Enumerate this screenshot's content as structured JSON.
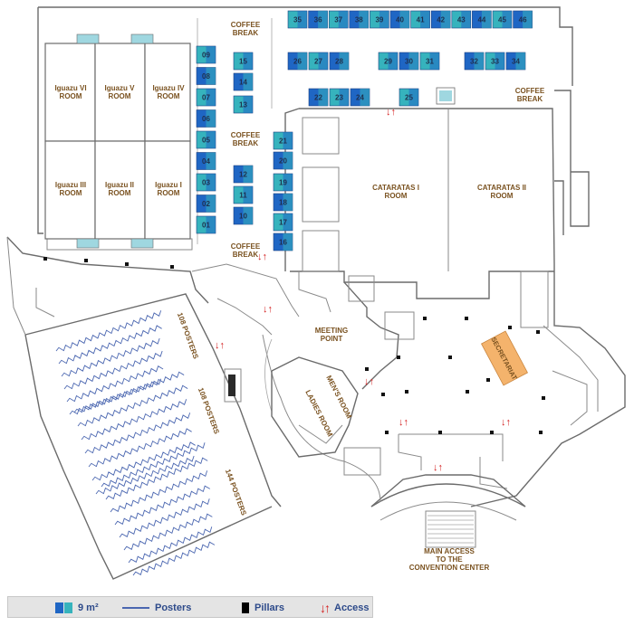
{
  "colors": {
    "booth_blue": "#1f66c4",
    "booth_teal": "#36b3bd",
    "label": "#7a5220",
    "access": "#d42020",
    "secretariat": "#f4b36c",
    "poster_line": "#4a66b0"
  },
  "rooms": {
    "iguazu6": "Iguazu VI ROOM",
    "iguazu5": "Iguazu V ROOM",
    "iguazu4": "Iguazu IV ROOM",
    "iguazu3": "Iguazu III ROOM",
    "iguazu2": "Iguazu II ROOM",
    "iguazu1": "Iguazu I ROOM",
    "cataratas1": "CATARATAS I ROOM",
    "cataratas2": "CATARATAS II ROOM"
  },
  "areas": {
    "coffee_break": "COFFEE BREAK",
    "meeting_point": "MEETING POINT",
    "mens_room": "MEN'S ROOM",
    "ladies_room": "LADIES ROOM",
    "secretariat": "SECRETARIAT",
    "main_access": "MAIN ACCESS TO THE CONVENTION CENTER"
  },
  "poster_zones": [
    "108 POSTERS",
    "108 POSTERS",
    "144 POSTERS"
  ],
  "booths": [
    "01",
    "02",
    "03",
    "04",
    "05",
    "06",
    "07",
    "08",
    "09",
    "10",
    "11",
    "12",
    "13",
    "14",
    "15",
    "16",
    "17",
    "18",
    "19",
    "20",
    "21",
    "22",
    "23",
    "24",
    "25",
    "26",
    "27",
    "28",
    "29",
    "30",
    "31",
    "32",
    "33",
    "34",
    "35",
    "36",
    "37",
    "38",
    "39",
    "40",
    "41",
    "42",
    "43",
    "44",
    "45",
    "46"
  ],
  "legend": {
    "booth": "9 m²",
    "posters": "Posters",
    "pillars": "Pillars",
    "access": "Access"
  }
}
